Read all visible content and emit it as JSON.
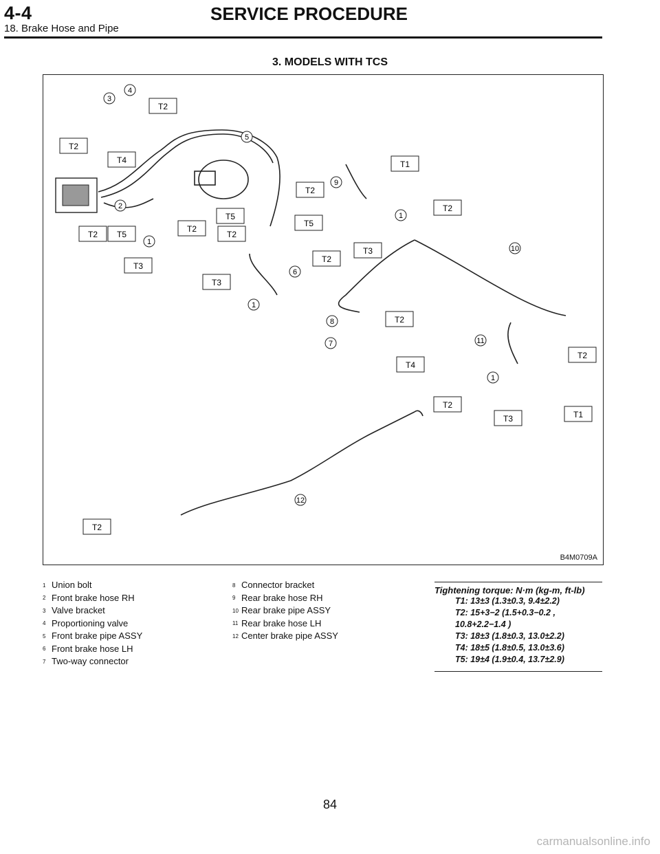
{
  "header": {
    "section_code": "4-4",
    "title": "SERVICE PROCEDURE",
    "subtitle": "18. Brake Hose and Pipe"
  },
  "section_title": "3. MODELS WITH TCS",
  "figure": {
    "figure_id": "B4M0709A",
    "torque_labels": [
      "T1",
      "T2",
      "T3",
      "T4",
      "T5"
    ],
    "callouts": [
      "1",
      "2",
      "3",
      "4",
      "5",
      "6",
      "7",
      "8",
      "9",
      "10",
      "11",
      "12"
    ]
  },
  "legend": {
    "items": [
      {
        "num": "1",
        "label": "Union bolt"
      },
      {
        "num": "2",
        "label": "Front brake hose RH"
      },
      {
        "num": "3",
        "label": "Valve bracket"
      },
      {
        "num": "4",
        "label": "Proportioning valve"
      },
      {
        "num": "5",
        "label": "Front brake pipe ASSY"
      },
      {
        "num": "6",
        "label": "Front brake hose LH"
      },
      {
        "num": "7",
        "label": "Two-way connector"
      },
      {
        "num": "8",
        "label": "Connector bracket"
      },
      {
        "num": "9",
        "label": "Rear brake hose RH"
      },
      {
        "num": "10",
        "label": "Rear brake pipe ASSY"
      },
      {
        "num": "11",
        "label": "Rear brake hose LH"
      },
      {
        "num": "12",
        "label": "Center brake pipe ASSY"
      }
    ]
  },
  "torque": {
    "heading": "Tightening torque: N·m (kg-m, ft-lb)",
    "lines": [
      "T1: 13±3 (1.3±0.3, 9.4±2.2)",
      "T2: 15+3−2 (1.5+0.3−0.2 , 10.8+2.2−1.4 )",
      "T3: 18±3 (1.8±0.3, 13.0±2.2)",
      "T4: 18±5 (1.8±0.5, 13.0±3.6)",
      "T5: 19±4 (1.9±0.4, 13.7±2.9)"
    ]
  },
  "page_number": "84",
  "watermark": "carmanualsonline.info"
}
